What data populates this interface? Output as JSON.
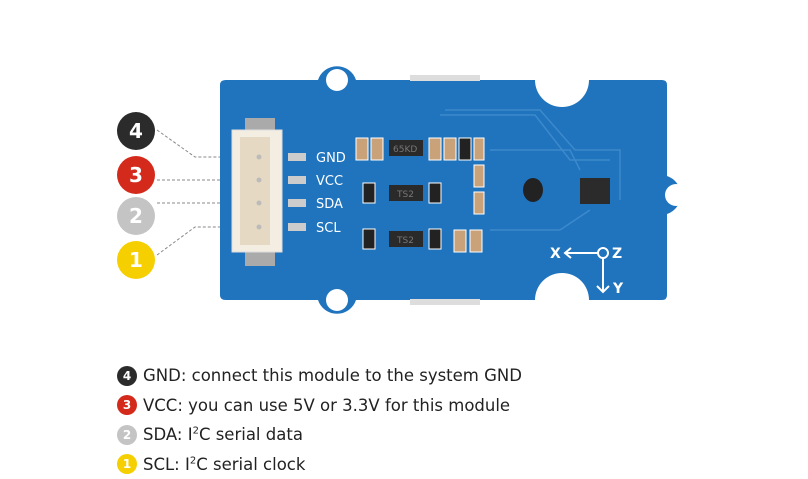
{
  "pins": [
    {
      "number": "4",
      "name": "GND",
      "color": "#2b2b2b"
    },
    {
      "number": "3",
      "name": "VCC",
      "color": "#d42a1c"
    },
    {
      "number": "2",
      "name": "SDA",
      "color": "#c4c4c4"
    },
    {
      "number": "1",
      "name": "SCL",
      "color": "#f5cf00"
    }
  ],
  "board": {
    "color": "#1f74bd",
    "silkscreen": [
      "GND",
      "VCC",
      "SDA",
      "SCL"
    ],
    "chip_labels": [
      "65KD",
      "TS2",
      "TS2"
    ],
    "axis_labels": {
      "x": "X",
      "y": "Y",
      "z": "Z"
    }
  },
  "legend": [
    {
      "number": "4",
      "text": "GND: connect this module to the system GND"
    },
    {
      "number": "3",
      "text": "VCC: you can use 5V or 3.3V for this module"
    },
    {
      "number": "2",
      "text_pre": "SDA: I",
      "sup": "2",
      "text_post": "C serial data"
    },
    {
      "number": "1",
      "text_pre": "SCL: I",
      "sup": "2",
      "text_post": "C serial clock"
    }
  ]
}
